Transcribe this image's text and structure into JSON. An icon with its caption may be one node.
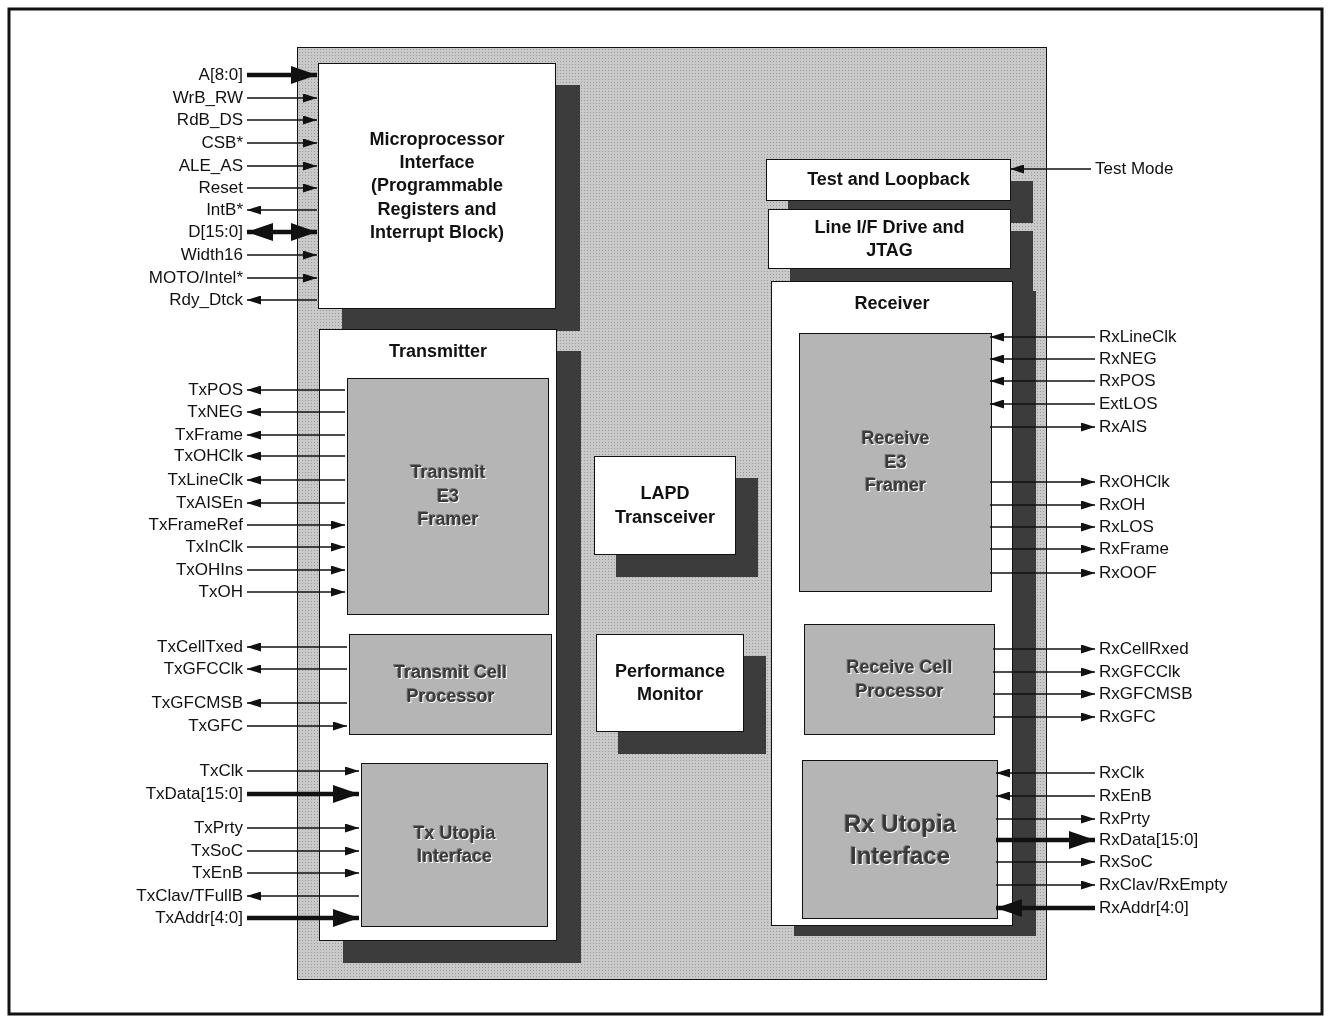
{
  "diagram": {
    "nodes": [
      {
        "text": [],
        "shape": "box"
      },
      {
        "text": [
          "Microprocessor Interface (Programmable Registers and Interrupt Block)"
        ],
        "in": 0
      },
      {
        "text": [
          "Transmitter"
        ],
        "in": 0
      },
      {
        "text": [
          "Transmit E3 Framer"
        ],
        "in": 2
      },
      {
        "text": [
          "Transmit Cell Processor"
        ],
        "in": 2
      },
      {
        "text": [
          "Tx Utopia Interface"
        ],
        "in": 2
      },
      {
        "text": [
          "LAPD Transceiver"
        ],
        "in": 0
      },
      {
        "text": [
          "Performance Monitor"
        ],
        "in": 0
      },
      {
        "text": [
          "Test and Loopback"
        ],
        "in": 0
      },
      {
        "text": [
          "Line I/F Drive and JTAG"
        ],
        "in": 0
      },
      {
        "text": [
          "Receiver"
        ],
        "in": 0
      },
      {
        "text": [
          "Receive E3 Framer"
        ],
        "in": 10
      },
      {
        "text": [
          "Receive Cell Processor"
        ],
        "in": 10
      },
      {
        "text": [
          "Rx Utopia Interface"
        ],
        "in": 10
      },
      {
        "text": [
          "A[8:0]"
        ]
      },
      {
        "text": [
          "WrB_RW"
        ]
      },
      {
        "text": [
          "RdB_DS"
        ]
      },
      {
        "text": [
          "CSB*"
        ]
      },
      {
        "text": [
          "ALE_AS"
        ]
      },
      {
        "text": [
          "Reset"
        ]
      },
      {
        "text": [
          "IntB*"
        ]
      },
      {
        "text": [
          "D[15:0]"
        ]
      },
      {
        "text": [
          "Width16"
        ]
      },
      {
        "text": [
          "MOTO/Intel*"
        ]
      },
      {
        "text": [
          "Rdy_Dtck"
        ]
      },
      {
        "text": [
          "TxPOS"
        ]
      },
      {
        "text": [
          "TxNEG"
        ]
      },
      {
        "text": [
          "TxFrame"
        ]
      },
      {
        "text": [
          "TxOHClk"
        ]
      },
      {
        "text": [
          "TxLineClk"
        ]
      },
      {
        "text": [
          "TxAISEn"
        ]
      },
      {
        "text": [
          "TxFrameRef"
        ]
      },
      {
        "text": [
          "TxInClk"
        ]
      },
      {
        "text": [
          "TxOHIns"
        ]
      },
      {
        "text": [
          "TxOH"
        ]
      },
      {
        "text": [
          "TxCellTxed"
        ]
      },
      {
        "text": [
          "TxGFCClk"
        ]
      },
      {
        "text": [
          "TxGFCMSB"
        ]
      },
      {
        "text": [
          "TxGFC"
        ]
      },
      {
        "text": [
          "TxClk"
        ]
      },
      {
        "text": [
          "TxData[15:0]"
        ]
      },
      {
        "text": [
          "TxPrty"
        ]
      },
      {
        "text": [
          "TxSoC"
        ]
      },
      {
        "text": [
          "TxEnB"
        ]
      },
      {
        "text": [
          "TxClav/TFullB"
        ]
      },
      {
        "text": [
          "TxAddr[4:0]"
        ]
      },
      {
        "text": [
          "Test Mode"
        ]
      },
      {
        "text": [
          "RxLineClk"
        ]
      },
      {
        "text": [
          "RxNEG"
        ]
      },
      {
        "text": [
          "RxPOS"
        ]
      },
      {
        "text": [
          "ExtLOS"
        ]
      },
      {
        "text": [
          "RxAIS"
        ]
      },
      {
        "text": [
          "RxOHClk"
        ]
      },
      {
        "text": [
          "RxOH"
        ]
      },
      {
        "text": [
          "RxLOS"
        ]
      },
      {
        "text": [
          "RxFrame"
        ]
      },
      {
        "text": [
          "RxOOF"
        ]
      },
      {
        "text": [
          "RxCellRxed"
        ]
      },
      {
        "text": [
          "RxGFCClk"
        ]
      },
      {
        "text": [
          "RxGFCMSB"
        ]
      },
      {
        "text": [
          "RxGFC"
        ]
      },
      {
        "text": [
          "RxClk"
        ]
      },
      {
        "text": [
          "RxEnB"
        ]
      },
      {
        "text": [
          "RxPrty"
        ]
      },
      {
        "text": [
          "RxData[15:0]"
        ]
      },
      {
        "text": [
          "RxSoC"
        ]
      },
      {
        "text": [
          "RxClav/RxEmpty"
        ]
      },
      {
        "text": [
          "RxAddr[4:0]"
        ]
      }
    ],
    "edges": [
      {
        "from": 14,
        "to": 1,
        "arrow": "to",
        "style": "thick"
      },
      {
        "from": 15,
        "to": 1,
        "arrow": "to"
      },
      {
        "from": 16,
        "to": 1,
        "arrow": "to"
      },
      {
        "from": 17,
        "to": 1,
        "arrow": "to"
      },
      {
        "from": 18,
        "to": 1,
        "arrow": "to"
      },
      {
        "from": 19,
        "to": 1,
        "arrow": "to"
      },
      {
        "from": 1,
        "to": 20,
        "arrow": "to"
      },
      {
        "from": 21,
        "to": 1,
        "arrow": "both",
        "style": "thick"
      },
      {
        "from": 22,
        "to": 1,
        "arrow": "to"
      },
      {
        "from": 23,
        "to": 1,
        "arrow": "to"
      },
      {
        "from": 1,
        "to": 24,
        "arrow": "to"
      },
      {
        "from": 3,
        "to": 25,
        "arrow": "to"
      },
      {
        "from": 3,
        "to": 26,
        "arrow": "to"
      },
      {
        "from": 3,
        "to": 27,
        "arrow": "to"
      },
      {
        "from": 3,
        "to": 28,
        "arrow": "to"
      },
      {
        "from": 3,
        "to": 29,
        "arrow": "to"
      },
      {
        "from": 3,
        "to": 30,
        "arrow": "to"
      },
      {
        "from": 31,
        "to": 3,
        "arrow": "to"
      },
      {
        "from": 32,
        "to": 3,
        "arrow": "to"
      },
      {
        "from": 33,
        "to": 3,
        "arrow": "to"
      },
      {
        "from": 34,
        "to": 3,
        "arrow": "to"
      },
      {
        "from": 4,
        "to": 35,
        "arrow": "to"
      },
      {
        "from": 4,
        "to": 36,
        "arrow": "to"
      },
      {
        "from": 4,
        "to": 37,
        "arrow": "to"
      },
      {
        "from": 38,
        "to": 4,
        "arrow": "to"
      },
      {
        "from": 39,
        "to": 5,
        "arrow": "to"
      },
      {
        "from": 40,
        "to": 5,
        "arrow": "to",
        "style": "thick"
      },
      {
        "from": 41,
        "to": 5,
        "arrow": "to"
      },
      {
        "from": 42,
        "to": 5,
        "arrow": "to"
      },
      {
        "from": 43,
        "to": 5,
        "arrow": "to"
      },
      {
        "from": 5,
        "to": 44,
        "arrow": "to"
      },
      {
        "from": 45,
        "to": 5,
        "arrow": "to",
        "style": "thick"
      },
      {
        "from": 46,
        "to": 8,
        "arrow": "to"
      },
      {
        "from": 47,
        "to": 11,
        "arrow": "to"
      },
      {
        "from": 48,
        "to": 11,
        "arrow": "to"
      },
      {
        "from": 49,
        "to": 11,
        "arrow": "to"
      },
      {
        "from": 50,
        "to": 11,
        "arrow": "to"
      },
      {
        "from": 11,
        "to": 51,
        "arrow": "to"
      },
      {
        "from": 11,
        "to": 52,
        "arrow": "to"
      },
      {
        "from": 11,
        "to": 53,
        "arrow": "to"
      },
      {
        "from": 11,
        "to": 54,
        "arrow": "to"
      },
      {
        "from": 11,
        "to": 55,
        "arrow": "to"
      },
      {
        "from": 11,
        "to": 56,
        "arrow": "to"
      },
      {
        "from": 12,
        "to": 57,
        "arrow": "to"
      },
      {
        "from": 12,
        "to": 58,
        "arrow": "to"
      },
      {
        "from": 12,
        "to": 59,
        "arrow": "to"
      },
      {
        "from": 12,
        "to": 60,
        "arrow": "to"
      },
      {
        "from": 61,
        "to": 13,
        "arrow": "to"
      },
      {
        "from": 62,
        "to": 13,
        "arrow": "to"
      },
      {
        "from": 13,
        "to": 63,
        "arrow": "to"
      },
      {
        "from": 13,
        "to": 64,
        "arrow": "to",
        "style": "thick"
      },
      {
        "from": 13,
        "to": 65,
        "arrow": "to"
      },
      {
        "from": 13,
        "to": 66,
        "arrow": "to"
      },
      {
        "from": 67,
        "to": 13,
        "arrow": "to",
        "style": "thick"
      }
    ]
  }
}
